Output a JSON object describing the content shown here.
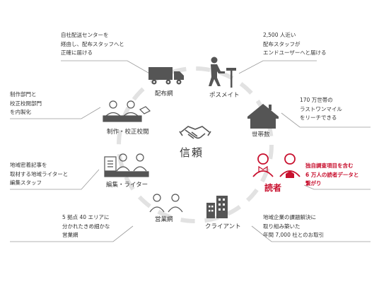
{
  "center": {
    "label": "信頼"
  },
  "nodes": {
    "distribution": {
      "label": "配布網",
      "desc": [
        "自社配送センターを",
        "経由し、配布スタッフへと",
        "正確に届ける"
      ]
    },
    "posmate": {
      "label": "ポスメイト",
      "desc": [
        "2,500 人近い",
        "配布スタッフが",
        "エンドユーザーへと届ける"
      ]
    },
    "production": {
      "label": "制作・校正校閲",
      "desc": [
        "制作部門と",
        "校正校閲部門",
        "を内製化"
      ]
    },
    "households": {
      "label": "世帯数",
      "desc": [
        "170 万世帯の",
        "ラストワンマイル",
        "をリーチできる"
      ]
    },
    "editorial": {
      "label": "編集・ライター",
      "desc": [
        "地域密着記事を",
        "取材する地域ライターと",
        "編集スタッフ"
      ]
    },
    "readers": {
      "label": "読者",
      "desc": [
        "独自調査項目を含む",
        "6 万人の読者データと",
        "繋がり"
      ]
    },
    "sales": {
      "label": "営業網",
      "desc": [
        "5 拠点 40 エリアに",
        "分かれたきめ細かな",
        "営業網"
      ]
    },
    "clients": {
      "label": "クライアント",
      "desc": [
        "地域企業の課題解決に",
        "取り組み築いた",
        "年間 7,000 社とのお取引"
      ]
    }
  },
  "colors": {
    "accent": "#c8102e",
    "icon": "#555555",
    "ring": "#e2e2e2",
    "leader": "#9a9a9a"
  }
}
